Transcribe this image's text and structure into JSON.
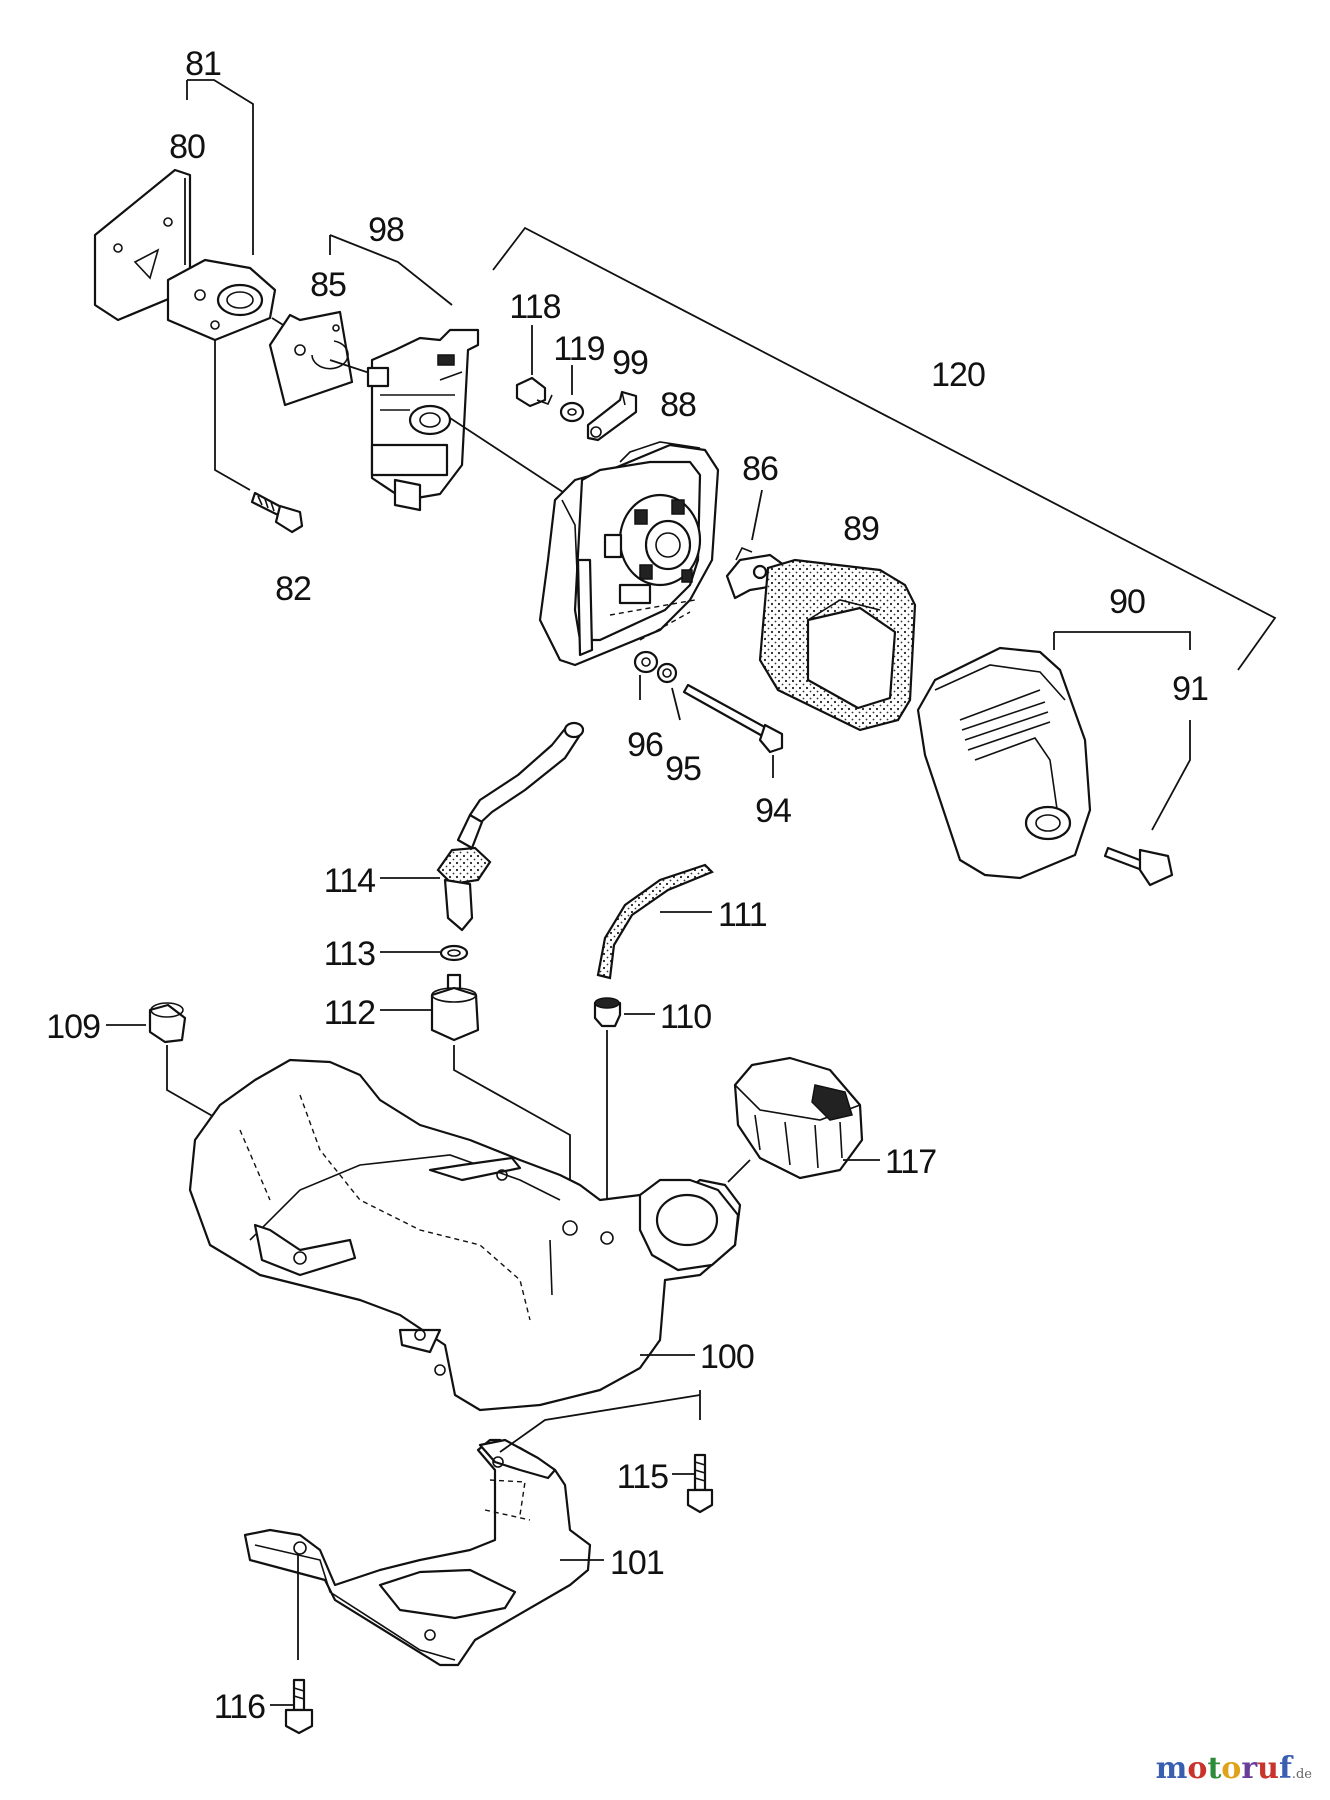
{
  "diagram": {
    "part_labels": {
      "p80": "80",
      "p81": "81",
      "p82": "82",
      "p85": "85",
      "p86": "86",
      "p88": "88",
      "p89": "89",
      "p90": "90",
      "p91": "91",
      "p94": "94",
      "p95": "95",
      "p96": "96",
      "p98": "98",
      "p99": "99",
      "p100": "100",
      "p101": "101",
      "p109": "109",
      "p110": "110",
      "p111": "111",
      "p112": "112",
      "p113": "113",
      "p114": "114",
      "p115": "115",
      "p116": "116",
      "p117": "117",
      "p118": "118",
      "p119": "119",
      "p120": "120"
    }
  },
  "watermark": {
    "text": "motoruf",
    "suffix": ".de",
    "letter_colors": [
      "#3a5fb0",
      "#c8342c",
      "#2e8b3a",
      "#e0a21a",
      "#6a3d9a",
      "#c8342c",
      "#3a5fb0"
    ]
  }
}
